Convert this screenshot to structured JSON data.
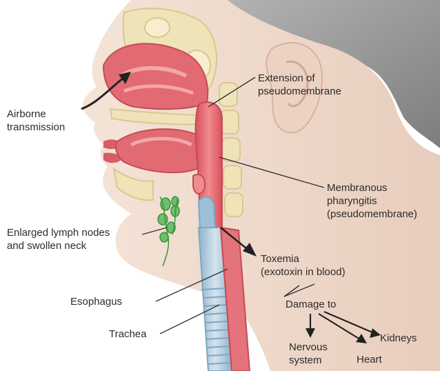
{
  "labels": {
    "airborne": [
      "Airborne",
      "transmission"
    ],
    "extension": [
      "Extension of",
      "pseudomembrane"
    ],
    "membranous": [
      "Membranous",
      "pharyngitis",
      "(pseudomembrane)"
    ],
    "lymph": [
      "Enlarged lymph nodes",
      "and swollen neck"
    ],
    "toxemia": [
      "Toxemia",
      "(exotoxin in blood)"
    ],
    "damage": "Damage to",
    "esophagus": "Esophagus",
    "trachea": "Trachea",
    "kidneys": "Kidneys",
    "nervous": [
      "Nervous",
      "system"
    ],
    "heart": "Heart"
  },
  "colors": {
    "skin": "#f1ddd0",
    "skin_shadow": "#d9b9a6",
    "hair": "#8c8c8c",
    "tissue": "#e26a72",
    "tissue_light": "#f3a6a8",
    "bone": "#efe3b8",
    "trachea": "#a9c7dd",
    "lymph": "#6cc06a",
    "arrow": "#222222",
    "text": "#2b2b2b"
  }
}
